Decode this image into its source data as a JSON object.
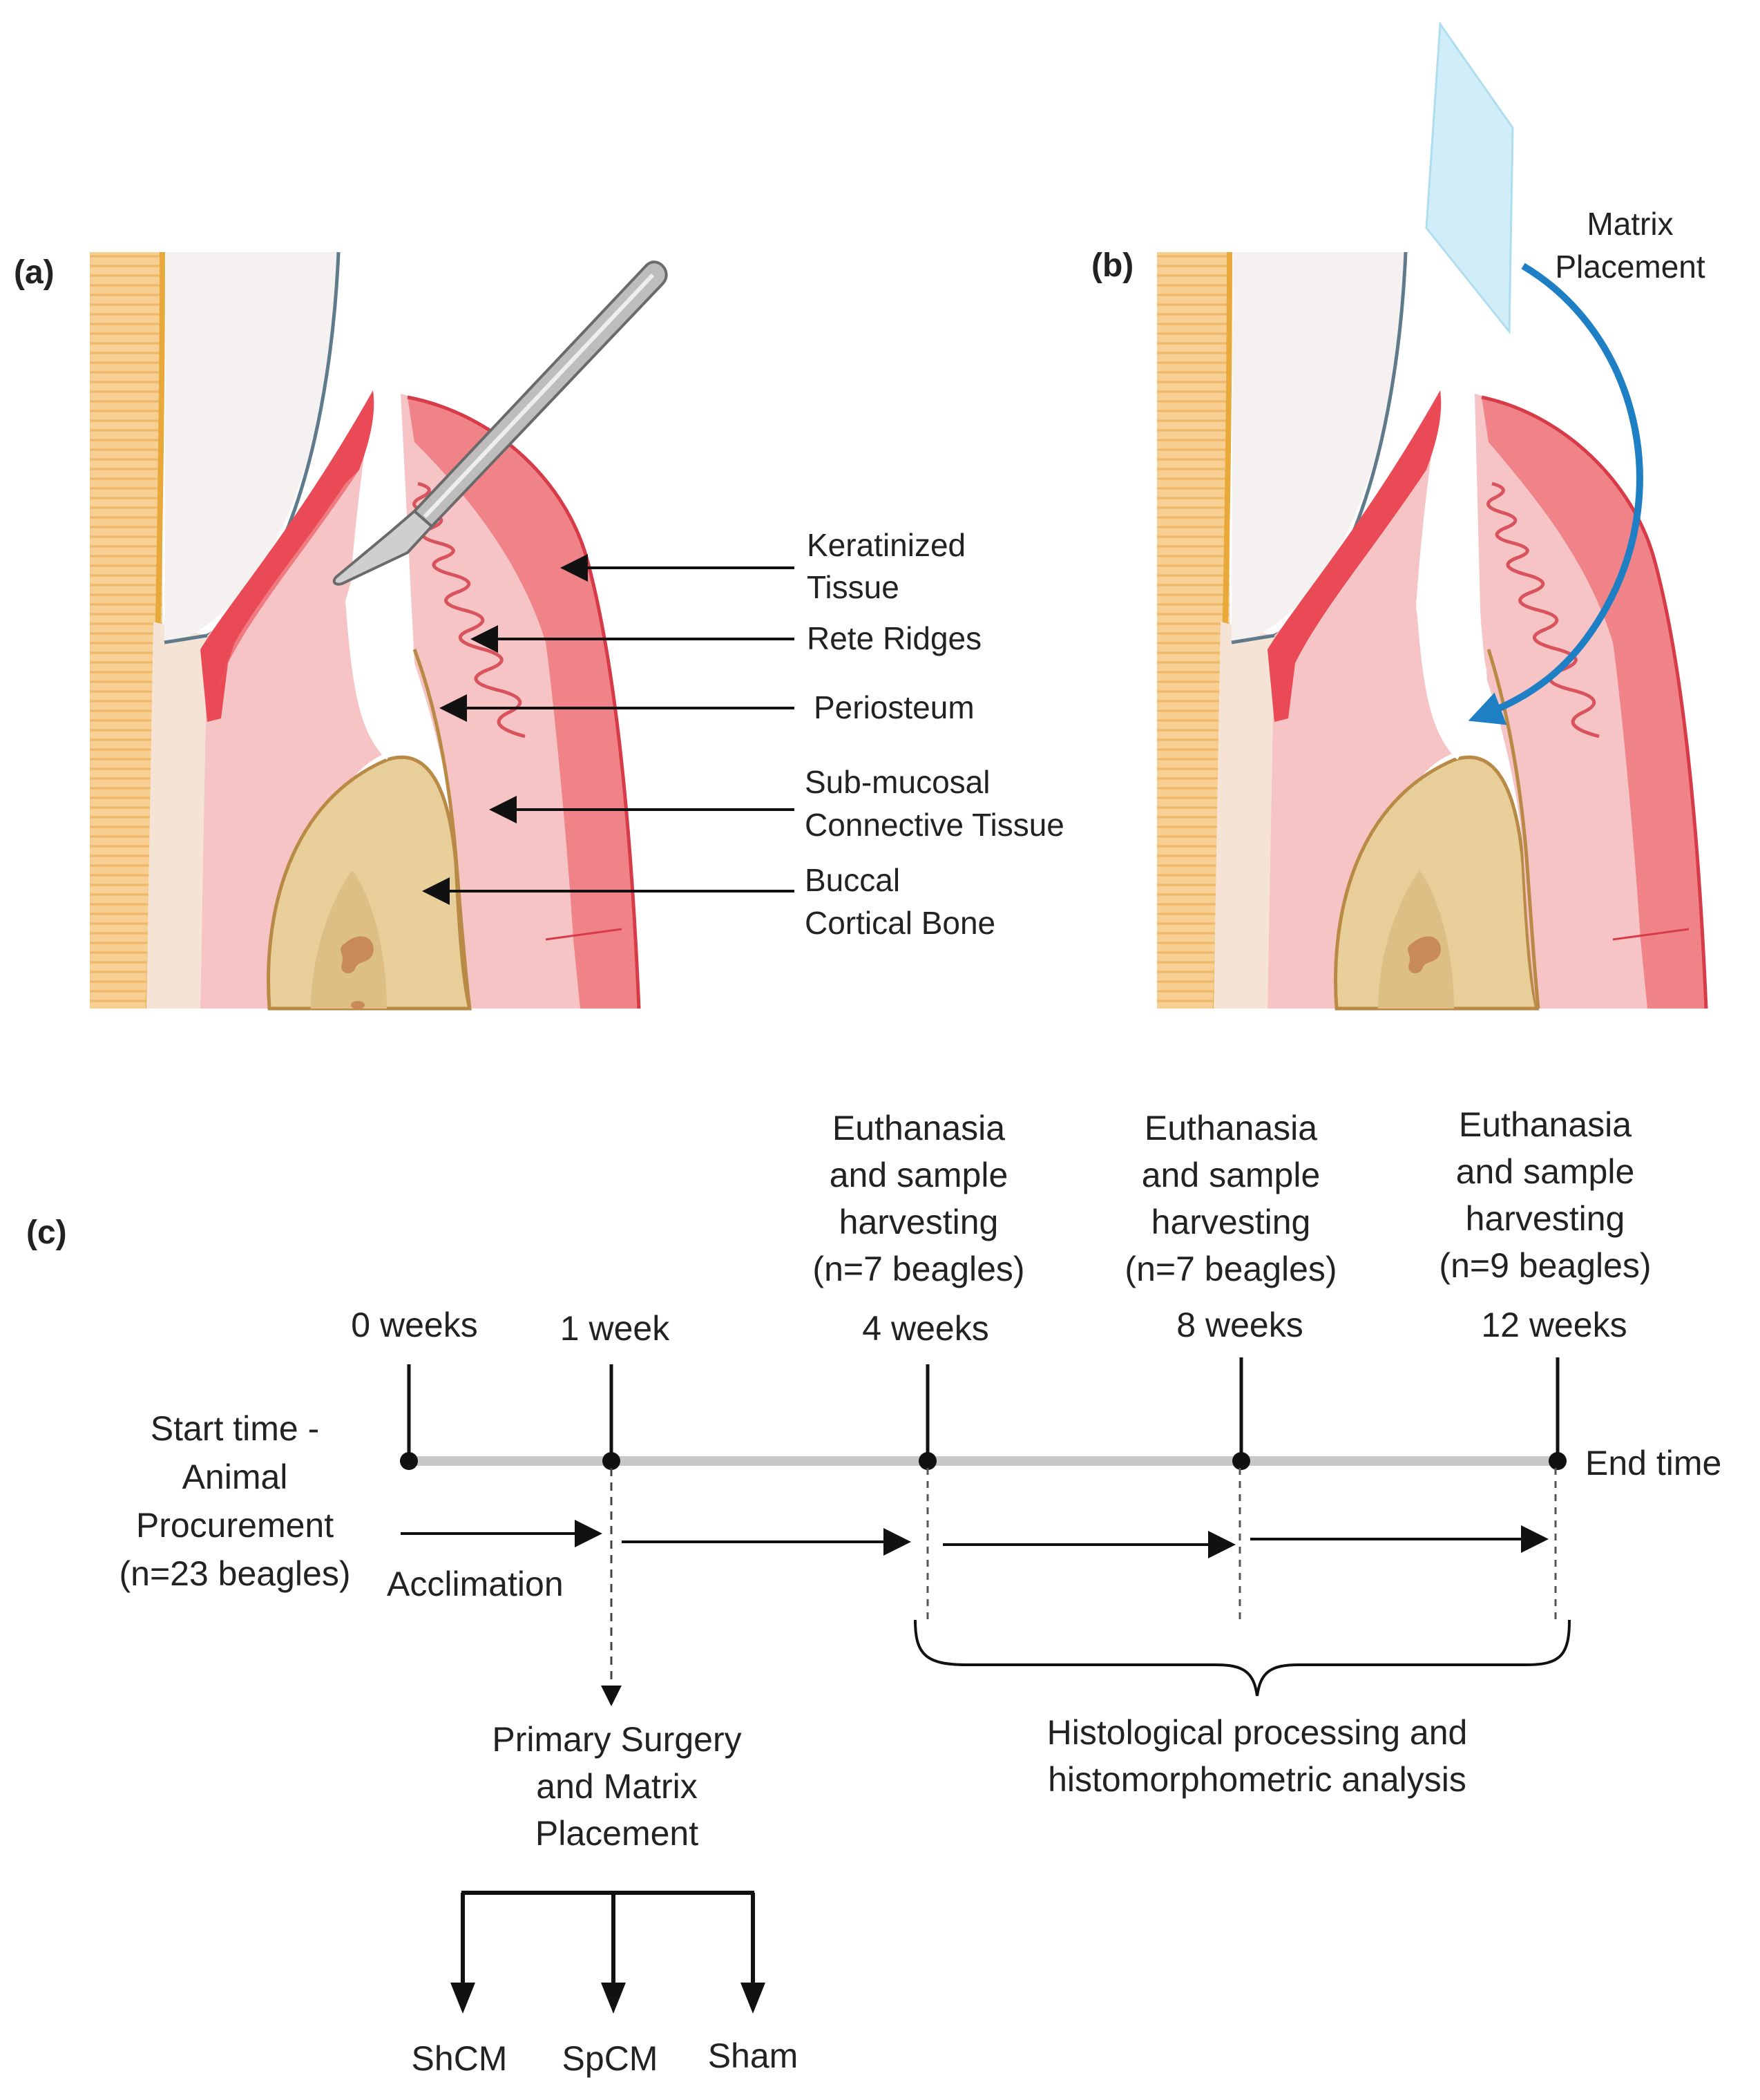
{
  "panel_a": {
    "label": "(a)",
    "annotations": [
      {
        "line1": "Keratinized",
        "line2": "Tissue"
      },
      {
        "line1": "Rete Ridges",
        "line2": ""
      },
      {
        "line1": "Periosteum",
        "line2": ""
      },
      {
        "line1": "Sub-mucosal",
        "line2": "Connective Tissue"
      },
      {
        "line1": "Buccal",
        "line2": "Cortical Bone"
      }
    ]
  },
  "panel_b": {
    "label": "(b)",
    "matrix_label_line1": "Matrix",
    "matrix_label_line2": "Placement"
  },
  "panel_c": {
    "label": "(c)",
    "milestones": [
      {
        "time": "0 weeks"
      },
      {
        "time": "1 week"
      },
      {
        "time": "4 weeks",
        "event": [
          "Euthanasia",
          "and sample",
          "harvesting",
          "(n=7 beagles)"
        ]
      },
      {
        "time": "8 weeks",
        "event": [
          "Euthanasia",
          "and sample",
          "harvesting",
          "(n=7 beagles)"
        ]
      },
      {
        "time": "12 weeks",
        "event": [
          "Euthanasia",
          "and sample",
          "harvesting",
          "(n=9 beagles)"
        ]
      }
    ],
    "start_label": [
      "Start time -",
      "Animal",
      "Procurement",
      "(n=23 beagles)"
    ],
    "end_label": "End time",
    "acclimation_label": "Acclimation",
    "surgery_label": [
      "Primary Surgery",
      "and Matrix",
      "Placement"
    ],
    "groups": [
      "ShCM",
      "SpCM",
      "Sham"
    ],
    "analysis_label": [
      "Histological processing and",
      "histomorphometric analysis"
    ]
  },
  "colors": {
    "bone_stripe": "#f6c784",
    "enamel_line": "#e8a93a",
    "tooth": "#f5f1f1",
    "tooth_outline": "#5f7a8a",
    "gingiva_light": "#f7c4c6",
    "gingiva_dark": "#ef8388",
    "gingiva_red": "#e94a55",
    "alveolar_bone": "#e8cf9a",
    "bone_outline": "#b88a45",
    "blade": "#bdbdbd",
    "matrix": "#cfeef8",
    "arrow_blue": "#1f7fc4",
    "timeline_bar": "#c8c8c8"
  }
}
